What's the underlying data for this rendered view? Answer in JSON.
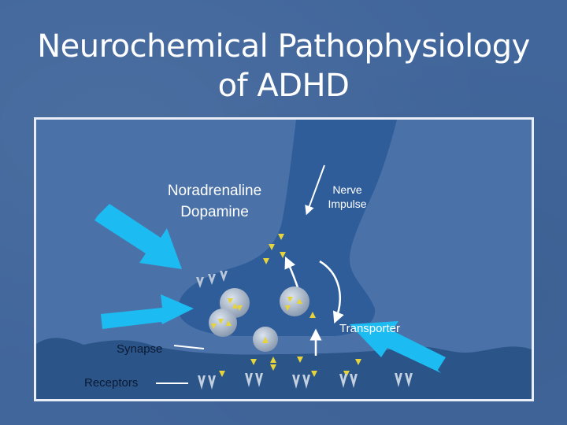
{
  "slide": {
    "title_line1": "Neurochemical Pathophysiology",
    "title_line2": "of ADHD"
  },
  "diagram": {
    "label_neurotransmitter_1": "Noradrenaline",
    "label_neurotransmitter_2": "Dopamine",
    "label_nerve_1": "Nerve",
    "label_nerve_2": "Impulse",
    "label_transporter": "Transporter",
    "label_synapse": "Synapse",
    "label_receptors": "Receptors"
  },
  "colors": {
    "background": "#41669b",
    "neuron": "#2e5d9a",
    "postsynaptic": "#2b5488",
    "arrow_cyan": "#1cbcf2",
    "molecule_yellow": "#e6d43a",
    "text": "#ffffff"
  }
}
